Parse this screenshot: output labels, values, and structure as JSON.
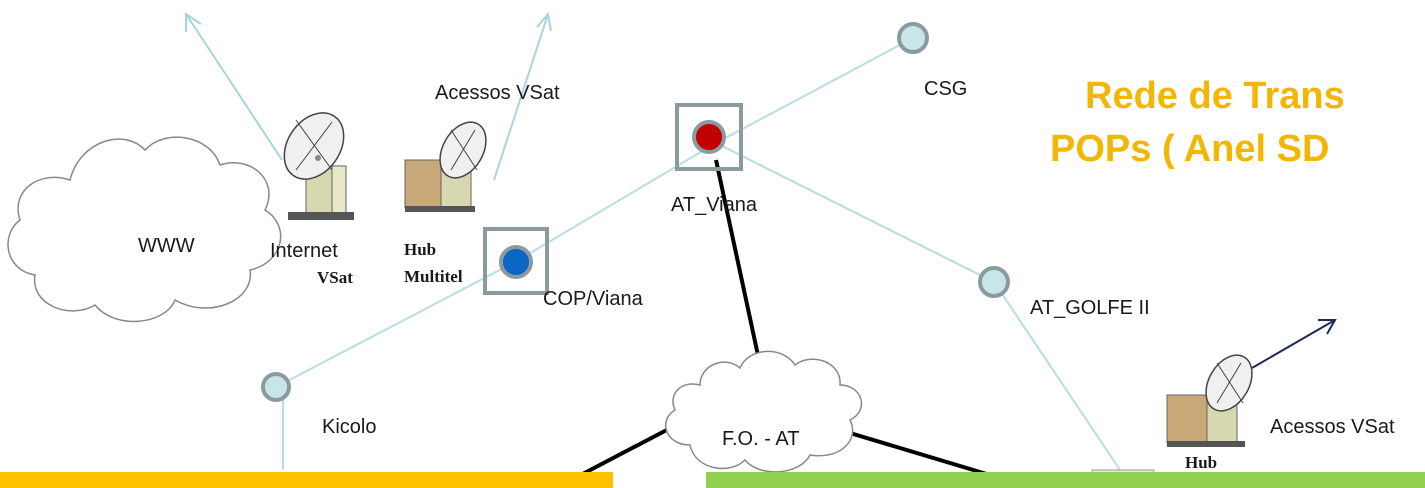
{
  "colors": {
    "link": "#b8dde3",
    "node_fill": "#c8e5e8",
    "node_stroke": "#8a9ba0",
    "backbone": "#000000",
    "pop_red": "#c00000",
    "pop_blue": "#0a66c2",
    "title": "#f2b705",
    "bar_yellow": "#ffc000",
    "bar_green": "#92d050",
    "arrow_dark": "#1f2a5c"
  },
  "title": {
    "line1": "Rede de Trans",
    "line2": "POPs (  Anel SD"
  },
  "labels": {
    "acessos_vsat_1": "Acessos VSat",
    "acessos_vsat_2": "Acessos VSat",
    "csg": "CSG",
    "at_viana": "AT_Viana",
    "cop_viana": "COP/Viana",
    "at_golfe": "AT_GOLFE II",
    "kicolo": "Kicolo",
    "www": "WWW",
    "fo_at": "F.O. - AT",
    "internet": "Internet",
    "vsat": "VSat",
    "hub1": "Hub",
    "multitel": "Multitel",
    "hub2": "Hub"
  },
  "icons": [
    "cloud-icon",
    "satellite-dish-icon",
    "arrow-icon",
    "pop-node-icon"
  ]
}
